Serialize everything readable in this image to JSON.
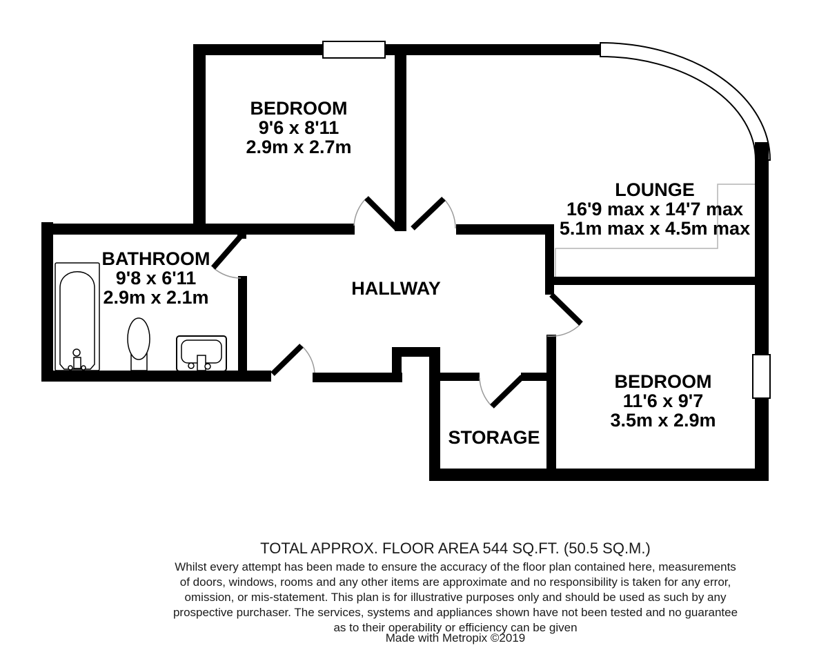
{
  "rooms": {
    "bedroom1": {
      "name": "BEDROOM",
      "imperial": "9'6 x 8'11",
      "metric": "2.9m x 2.7m"
    },
    "lounge": {
      "name": "LOUNGE",
      "imperial": "16'9 max x 14'7 max",
      "metric": "5.1m max x 4.5m max"
    },
    "bathroom": {
      "name": "BATHROOM",
      "imperial": "9'8 x 6'11",
      "metric": "2.9m x 2.1m"
    },
    "hallway": {
      "name": "HALLWAY"
    },
    "storage": {
      "name": "STORAGE"
    },
    "bedroom2": {
      "name": "BEDROOM",
      "imperial": "11'6 x 9'7",
      "metric": "3.5m x 2.9m"
    }
  },
  "footer": {
    "total_area": "TOTAL APPROX. FLOOR AREA 544 SQ.FT. (50.5 SQ.M.)",
    "disclaimer_lines": [
      "Whilst every attempt has been made to ensure the accuracy of the floor plan contained here, measurements",
      "of doors, windows, rooms and any other items are approximate and no responsibility is taken for any error,",
      "omission, or mis-statement. This plan is for illustrative purposes only and should be used as such by any",
      "prospective purchaser. The services, systems and appliances shown have not been tested and no guarantee",
      "as to their operability or efficiency can be given"
    ],
    "credit": "Made with Metropix ©2019"
  },
  "colors": {
    "wall": "#000000",
    "background": "#ffffff",
    "door_arc": "#9a9a9a",
    "recess_outline": "#b3b3b3",
    "text": "#000000",
    "footer_text": "#1a1a1a"
  }
}
